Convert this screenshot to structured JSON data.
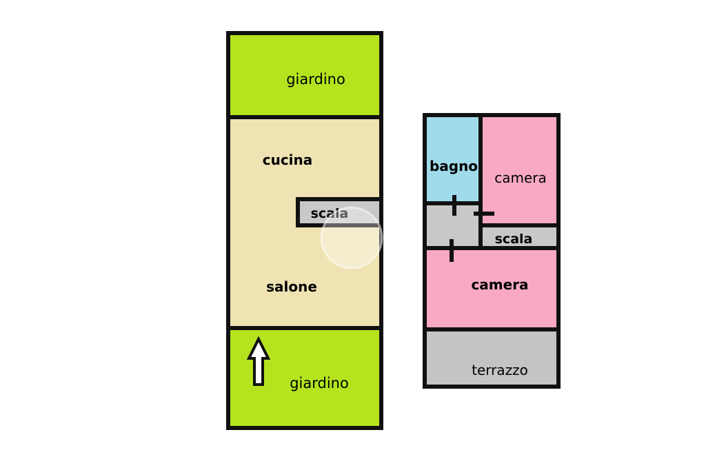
{
  "ground_floor": {
    "garden_top": "giardino",
    "kitchen": "cucina",
    "stair": "scala",
    "living": "salone",
    "garden_bottom": "giardino",
    "entrance_arrow": "arrow-up-icon"
  },
  "upper_floor": {
    "bathroom": "bagno",
    "bedroom_top": "camera",
    "stair": "scala",
    "bedroom_bottom": "camera",
    "terrace": "terrazzo"
  },
  "colors": {
    "garden": "#b5e41f",
    "living_area": "#efe3b4",
    "stair": "#c8c8c8",
    "bathroom": "#9fdbea",
    "bedroom": "#f9a9c4",
    "terrace": "#c4c4c4",
    "wall": "#111111"
  }
}
